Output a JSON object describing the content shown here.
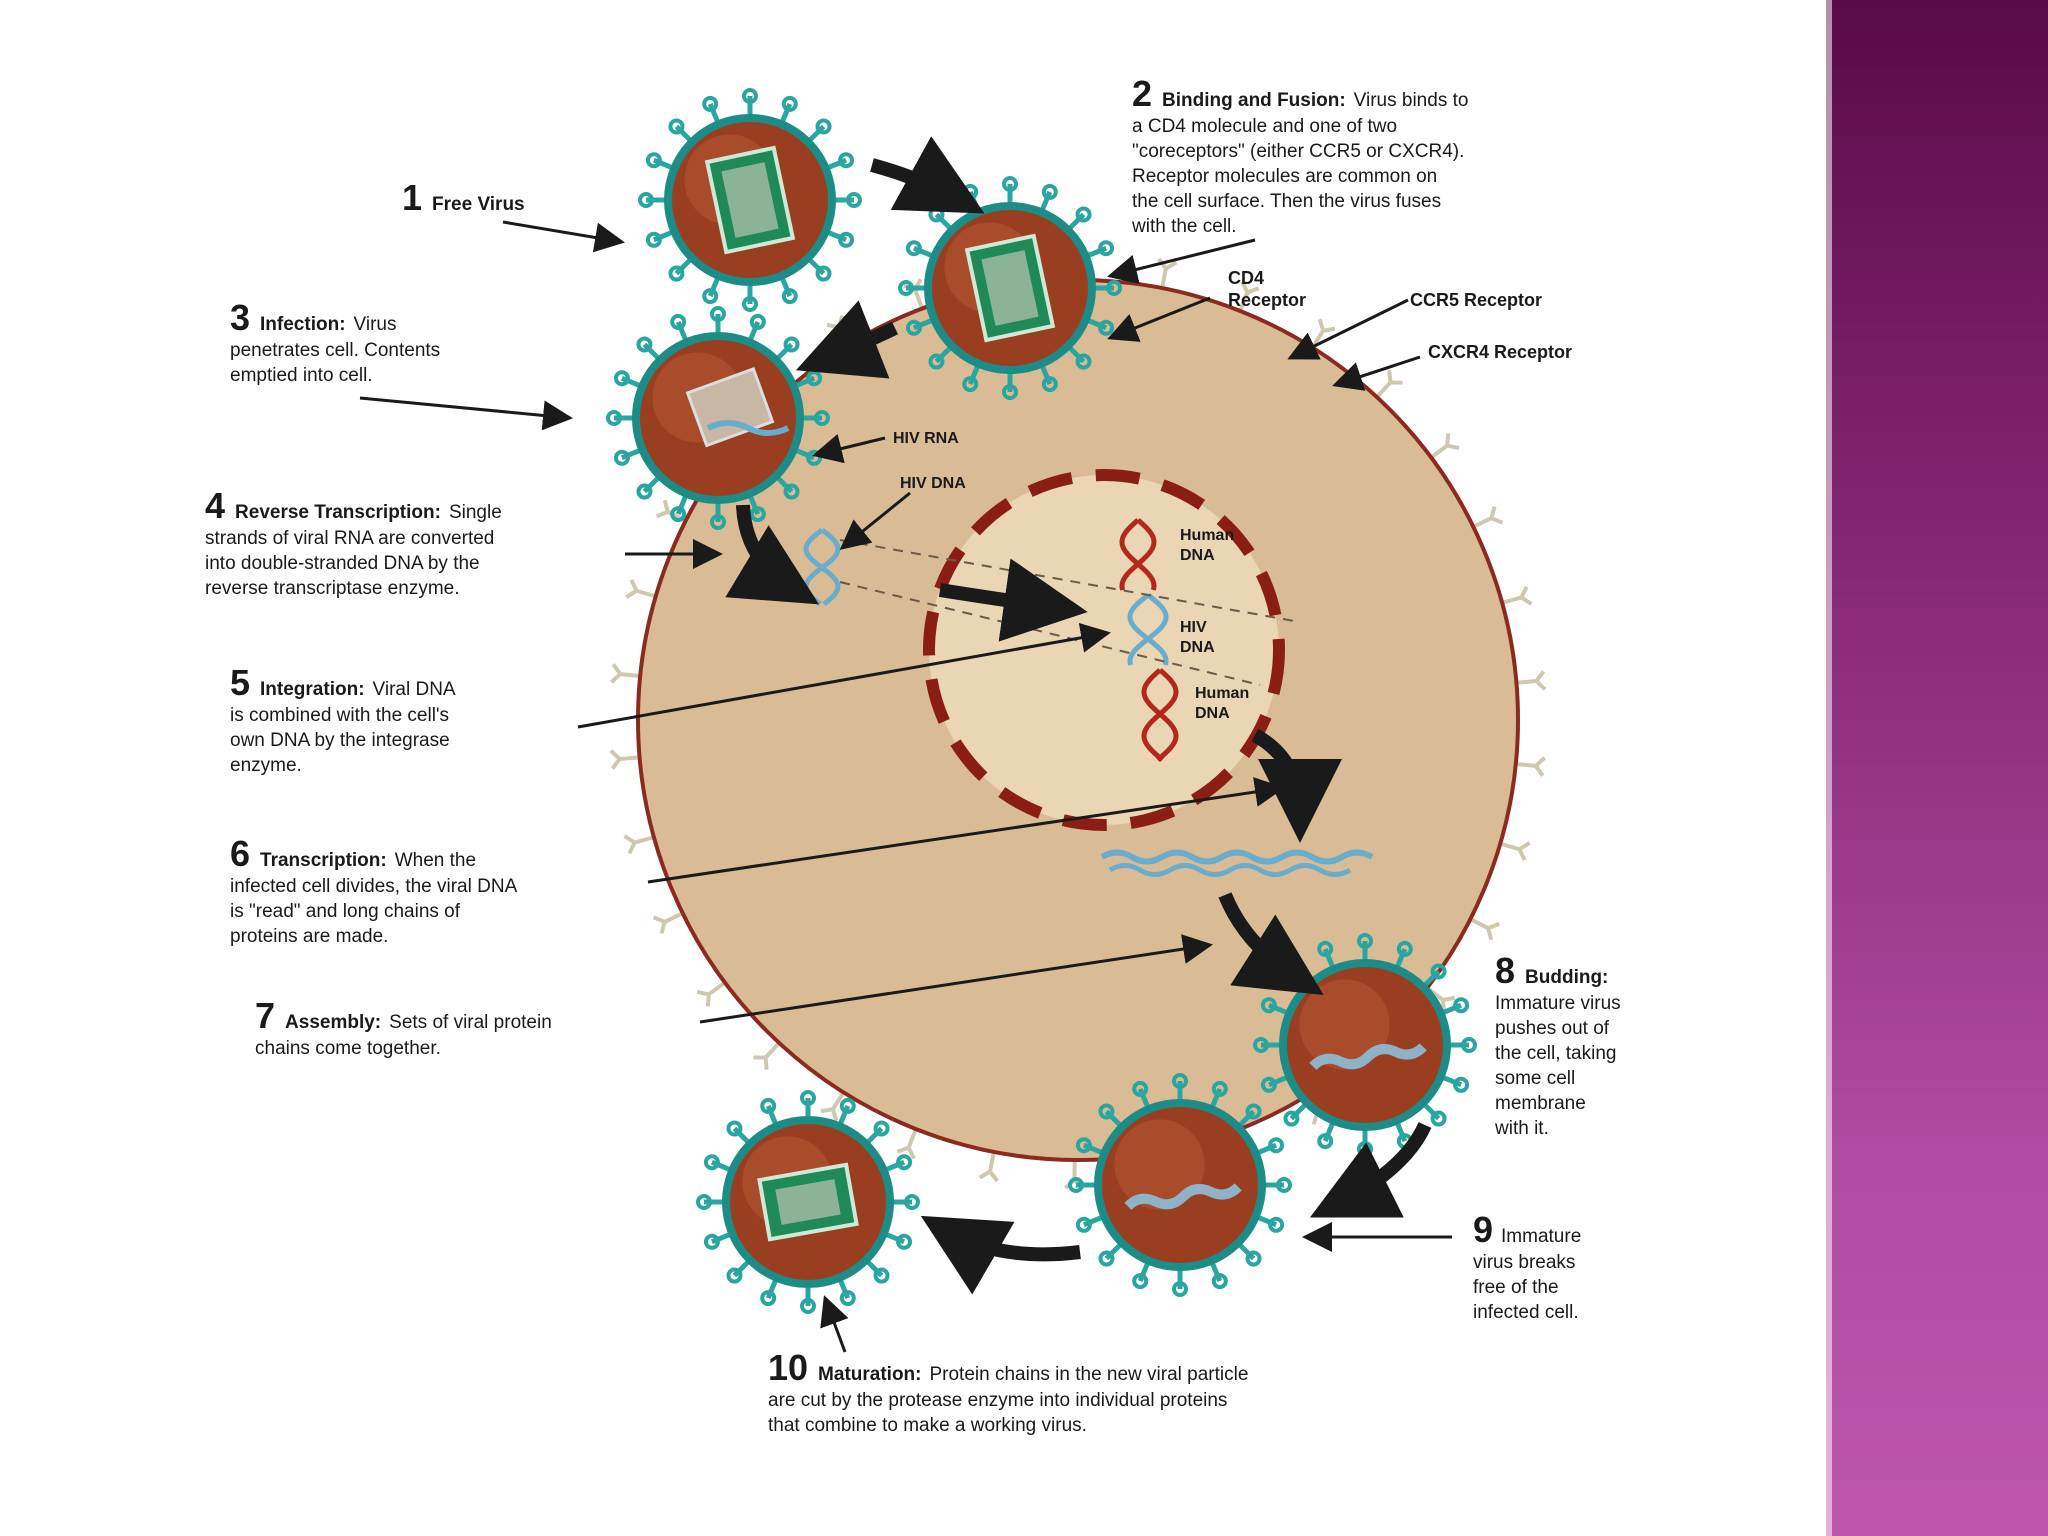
{
  "colors": {
    "cell_fill": "#d9bc95",
    "cell_border": "#8a2a20",
    "nucleus_fill": "#ead5b4",
    "nucleus_border": "#8a1e14",
    "virus_core": "#9a3e22",
    "virus_ring": "#1d8c86",
    "spike": "#2aa5a0",
    "capsid": "#1f8a58",
    "rna": "#6aaccc",
    "human_dna": "#b3281c",
    "arrow": "#1a1a1a",
    "side_bar_top": "#5a0a48",
    "side_bar_bottom": "#bd55ad"
  },
  "steps": [
    {
      "num": "1",
      "title": "Free Virus",
      "lines": []
    },
    {
      "num": "2",
      "title": "Binding and Fusion:",
      "first": "Virus binds to",
      "lines": [
        "a CD4 molecule and one of two",
        "\"coreceptors\" (either CCR5 or CXCR4).",
        "Receptor molecules are common on",
        "the cell surface.  Then the virus fuses",
        "with the cell."
      ]
    },
    {
      "num": "3",
      "title": "Infection:",
      "first": "Virus",
      "lines": [
        "penetrates cell.  Contents",
        "emptied into cell."
      ]
    },
    {
      "num": "4",
      "title": "Reverse Transcription:",
      "first": "Single",
      "lines": [
        "strands of viral RNA are converted",
        "into double-stranded DNA by the",
        "reverse transcriptase enzyme."
      ]
    },
    {
      "num": "5",
      "title": "Integration:",
      "first": "Viral DNA",
      "lines": [
        "is combined with the cell's",
        "own DNA by the integrase",
        "enzyme."
      ]
    },
    {
      "num": "6",
      "title": "Transcription:",
      "first": "When the",
      "lines": [
        "infected cell divides, the viral DNA",
        "is \"read\" and long chains of",
        "proteins are made."
      ]
    },
    {
      "num": "7",
      "title": "Assembly:",
      "first": "Sets of viral protein",
      "lines": [
        "chains come together."
      ]
    },
    {
      "num": "8",
      "title": "Budding:",
      "first": "",
      "lines": [
        "Immature virus",
        "pushes out of",
        "the cell, taking",
        "some cell",
        "membrane",
        "with it."
      ]
    },
    {
      "num": "9",
      "title": "",
      "first": "Immature",
      "lines": [
        "virus breaks",
        "free of the",
        "infected cell."
      ]
    },
    {
      "num": "10",
      "title": "Maturation:",
      "first": "Protein chains in the new viral particle",
      "lines": [
        "are cut by the protease enzyme into individual proteins",
        "that combine to make a working virus."
      ]
    }
  ],
  "labels": {
    "cd4_line1": "CD4",
    "cd4_line2": "Receptor",
    "ccr5": "CCR5 Receptor",
    "cxcr4": "CXCR4 Receptor",
    "hiv_rna": "HIV RNA",
    "hiv_dna": "HIV DNA",
    "human_dna_top_1": "Human",
    "human_dna_top_2": "DNA",
    "hiv_dna_mid_1": "HIV",
    "hiv_dna_mid_2": "DNA",
    "human_dna_bot_1": "Human",
    "human_dna_bot_2": "DNA"
  }
}
